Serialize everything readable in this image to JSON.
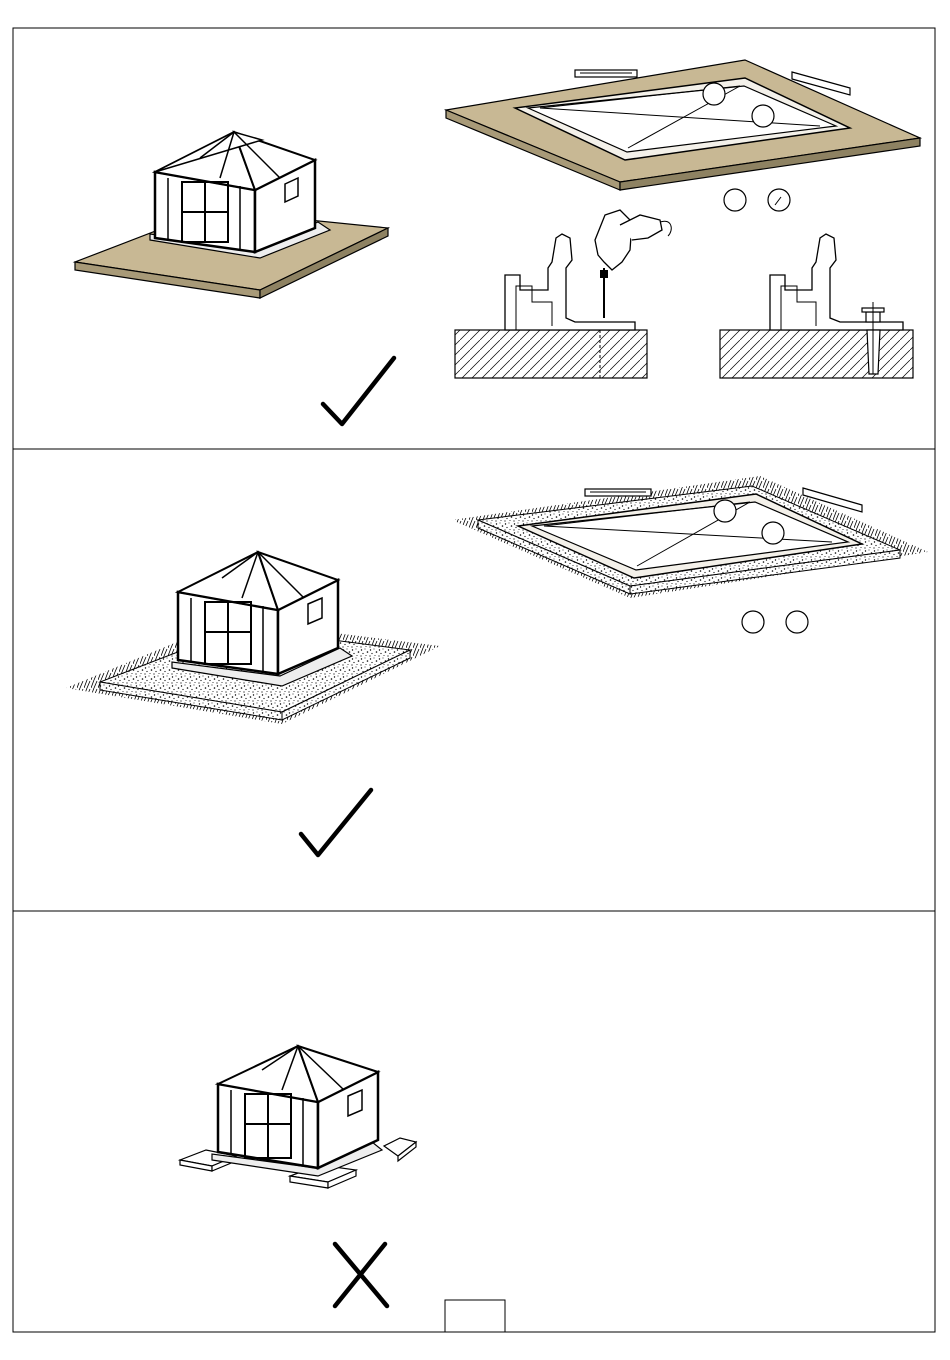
{
  "document": {
    "page_number": "",
    "panels": [
      {
        "verdict": "correct",
        "base": "concrete-slab",
        "mark_icon": "check-mark-icon"
      },
      {
        "verdict": "correct",
        "base": "gravel-bed",
        "mark_icon": "check-mark-icon"
      },
      {
        "verdict": "incorrect",
        "base": "slab-pads",
        "mark_icon": "cross-mark-icon"
      }
    ]
  },
  "colors": {
    "slab": "#c8b894",
    "line": "#000000",
    "background": "#ffffff"
  }
}
